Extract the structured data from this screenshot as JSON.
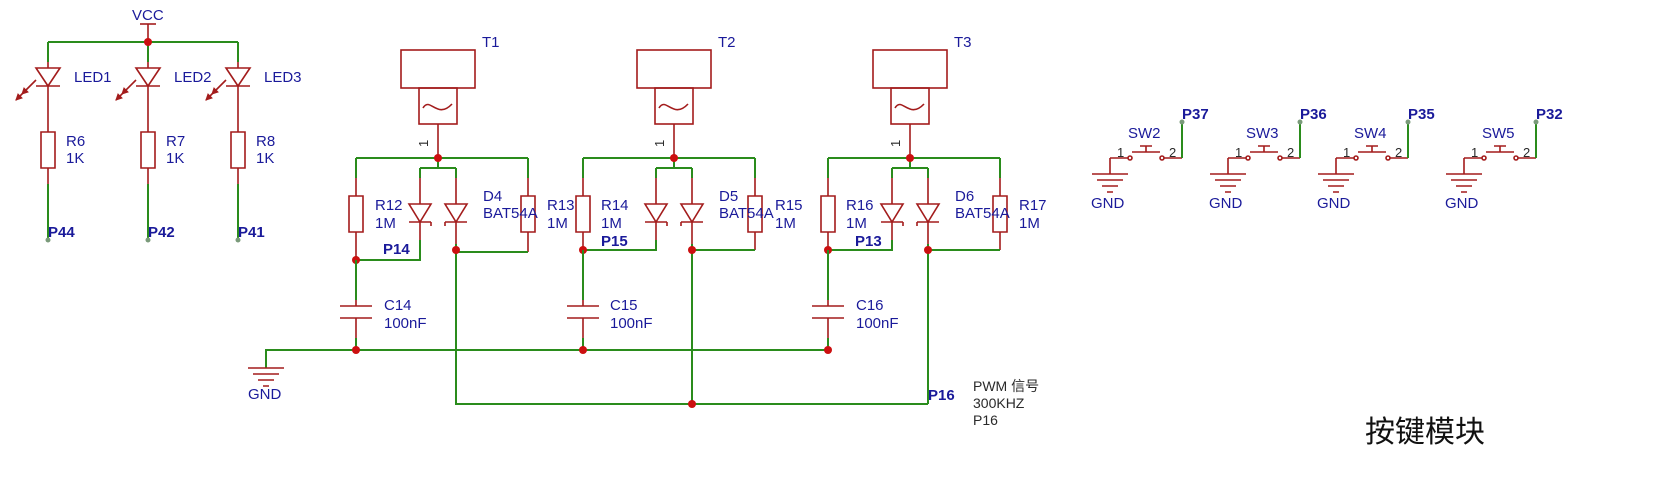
{
  "vcc_label": "VCC",
  "gnd_label": "GND",
  "leds": [
    {
      "ref": "LED1",
      "res": "R6",
      "val": "1K",
      "net": "P44"
    },
    {
      "ref": "LED2",
      "res": "R7",
      "val": "1K",
      "net": "P42"
    },
    {
      "ref": "LED3",
      "res": "R8",
      "val": "1K",
      "net": "P41"
    }
  ],
  "touch_channels": [
    {
      "pad": "T1",
      "pin": "1",
      "r_left": "R12",
      "r_left_val": "1M",
      "diode": "D4",
      "diode_val": "BAT54A",
      "r_right": "R13",
      "r_right_val": "1M",
      "net": "P14",
      "cap": "C14",
      "cap_val": "100nF"
    },
    {
      "pad": "T2",
      "pin": "1",
      "r_left": "R14",
      "r_left_val": "1M",
      "diode": "D5",
      "diode_val": "BAT54A",
      "r_right": "R15",
      "r_right_val": "1M",
      "net": "P15",
      "cap": "C15",
      "cap_val": "100nF"
    },
    {
      "pad": "T3",
      "pin": "1",
      "r_left": "R16",
      "r_left_val": "1M",
      "diode": "D6",
      "diode_val": "BAT54A",
      "r_right": "R17",
      "r_right_val": "1M",
      "net": "P13",
      "cap": "C16",
      "cap_val": "100nF"
    }
  ],
  "pwm": {
    "net": "P16",
    "line1": "PWM 信号",
    "line2": "300KHZ",
    "line3": "P16"
  },
  "switches": [
    {
      "ref": "SW2",
      "pin1": "1",
      "pin2": "2",
      "net": "P37"
    },
    {
      "ref": "SW3",
      "pin1": "1",
      "pin2": "2",
      "net": "P36"
    },
    {
      "ref": "SW4",
      "pin1": "1",
      "pin2": "2",
      "net": "P35"
    },
    {
      "ref": "SW5",
      "pin1": "1",
      "pin2": "2",
      "net": "P32"
    }
  ],
  "module_title": "按键模块",
  "colors": {
    "wire": "#2a8c1c",
    "symbol": "#a31c1c",
    "junction": "#cc1010",
    "label": "#1a1a9a"
  }
}
